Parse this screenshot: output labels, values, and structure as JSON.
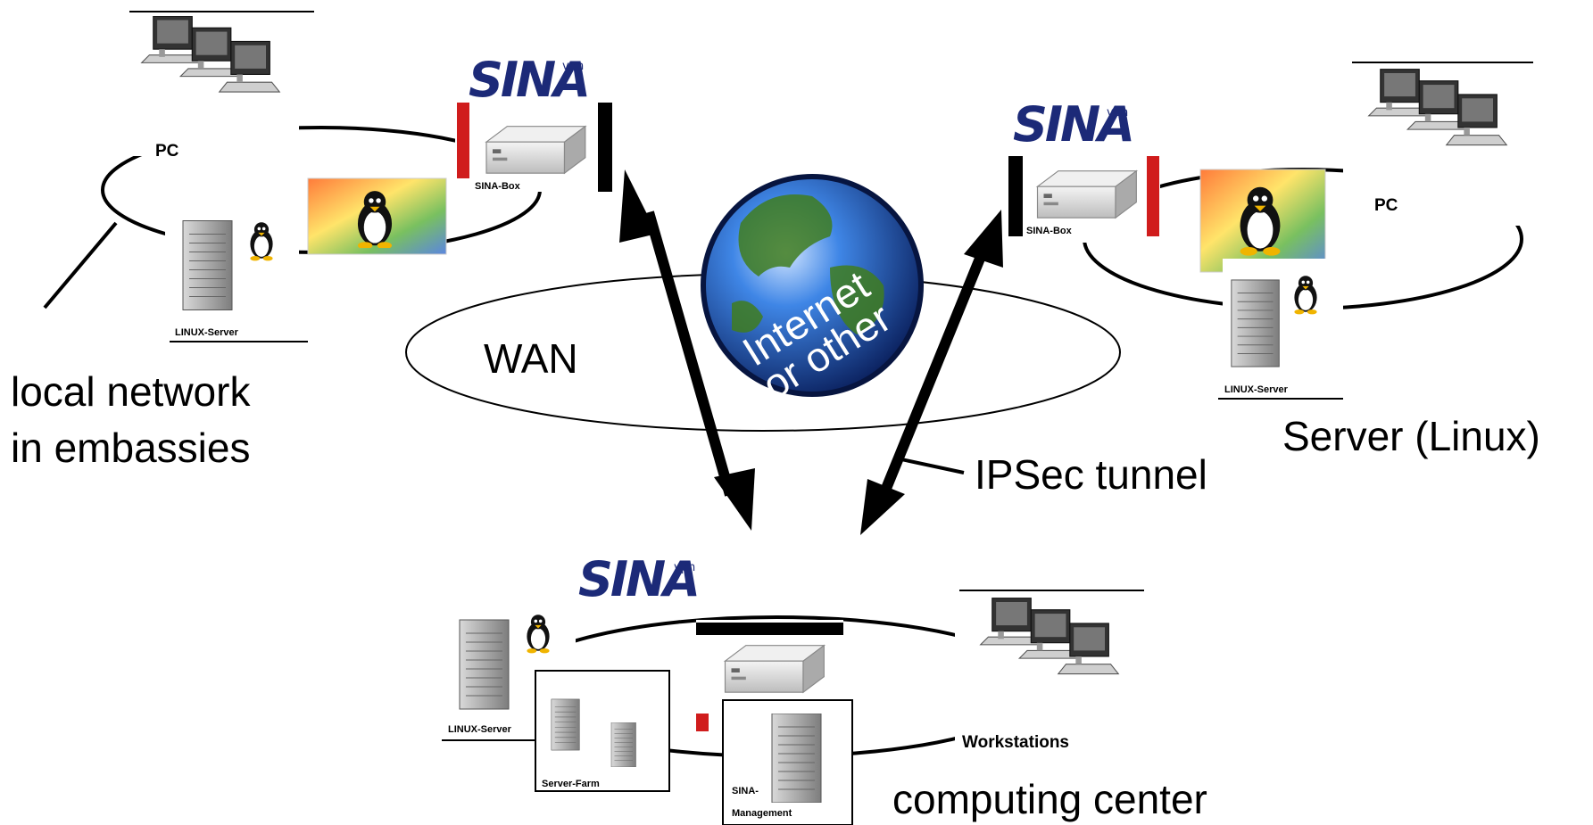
{
  "labels": {
    "local_network": [
      "local network",
      "in embassies"
    ],
    "wan": "WAN",
    "globe": [
      "Internet",
      "or other"
    ],
    "ipsec": "IPSec tunnel",
    "server_linux": "Server (Linux)",
    "computing_center": "computing center"
  },
  "devices": {
    "pc": "PC",
    "linux_server": "LINUX-Server",
    "sina_box": "SINA-Box",
    "workstations": "Workstations",
    "server_farm": "Server-Farm",
    "sina_management": [
      "SINA-",
      "Management"
    ]
  },
  "logo": {
    "main": "SINA",
    "sub": "vpn"
  },
  "colors": {
    "sina_blue": "#1c2a78",
    "red_bar": "#d01c1c",
    "globe": "#2f6fd6",
    "land": "#4a8a2a"
  }
}
